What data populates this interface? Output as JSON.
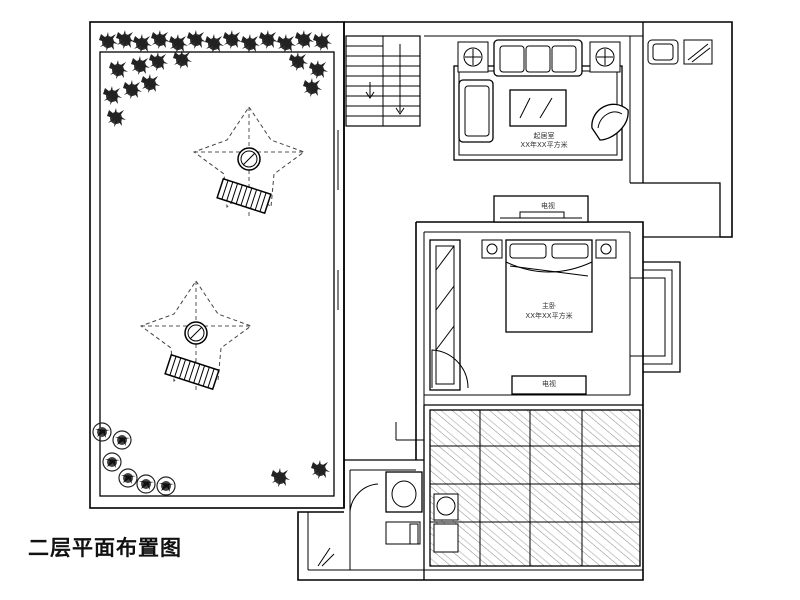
{
  "title": "二层平面布置图",
  "rooms": {
    "living_room": {
      "label": "起居室",
      "sub": "XX年XX平方米"
    },
    "bedroom": {
      "label": "主卧",
      "sub": "XX年XX平方米"
    },
    "tv_top": {
      "label": "电视"
    },
    "tv_bottom": {
      "label": "电视"
    }
  },
  "icons": {
    "plants": "plant-icon",
    "umbrella": "patio-umbrella-icon",
    "lounger": "sun-lounger-icon",
    "stairs": "staircase-icon"
  }
}
